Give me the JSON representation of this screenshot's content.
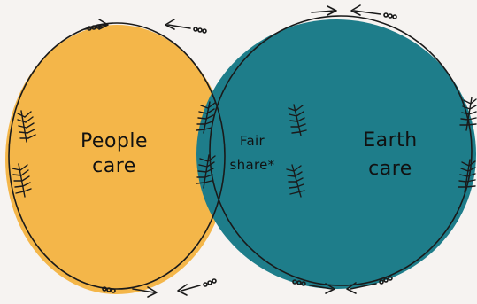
{
  "diagram": {
    "left_circle": {
      "line1": "People",
      "line2": "care",
      "color": "#f4b649"
    },
    "right_circle": {
      "line1": "Earth",
      "line2": "care",
      "color": "#1e7d8a"
    },
    "overlap": {
      "line1": "Fair",
      "line2": "share*"
    },
    "outline_color": "#1a1a1a",
    "background": "#f6f3f1",
    "decorations": [
      "arrow-icon",
      "feather-icon"
    ]
  }
}
